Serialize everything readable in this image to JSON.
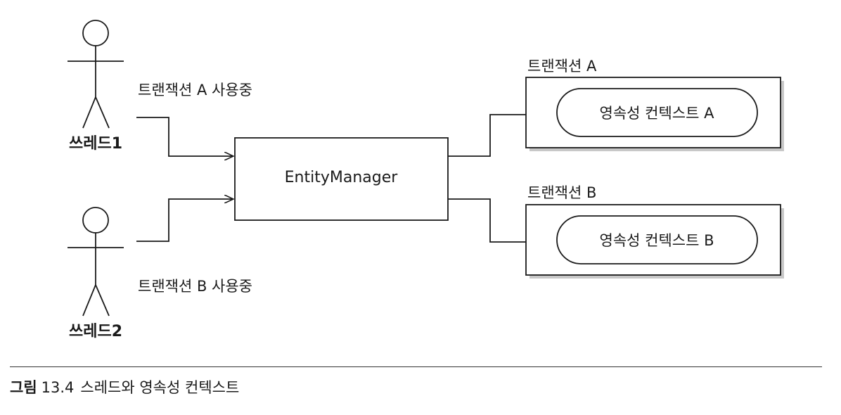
{
  "actors": [
    {
      "name": "쓰레드1",
      "usage": "트랜잭션 A 사용중"
    },
    {
      "name": "쓰레드2",
      "usage": "트랜잭션 B 사용중"
    }
  ],
  "entity_manager": {
    "label": "EntityManager"
  },
  "transactions": [
    {
      "title": "트랜잭션 A",
      "context": "영속성 컨텍스트 A"
    },
    {
      "title": "트랜잭션 B",
      "context": "영속성 컨텍스트 B"
    }
  ],
  "caption": {
    "label": "그림",
    "number": "13.4",
    "text": "스레드와 영속성 컨텍스트"
  },
  "colors": {
    "stroke": "#1a1a1a",
    "shadow": "#c8c8c8",
    "background": "#ffffff"
  }
}
